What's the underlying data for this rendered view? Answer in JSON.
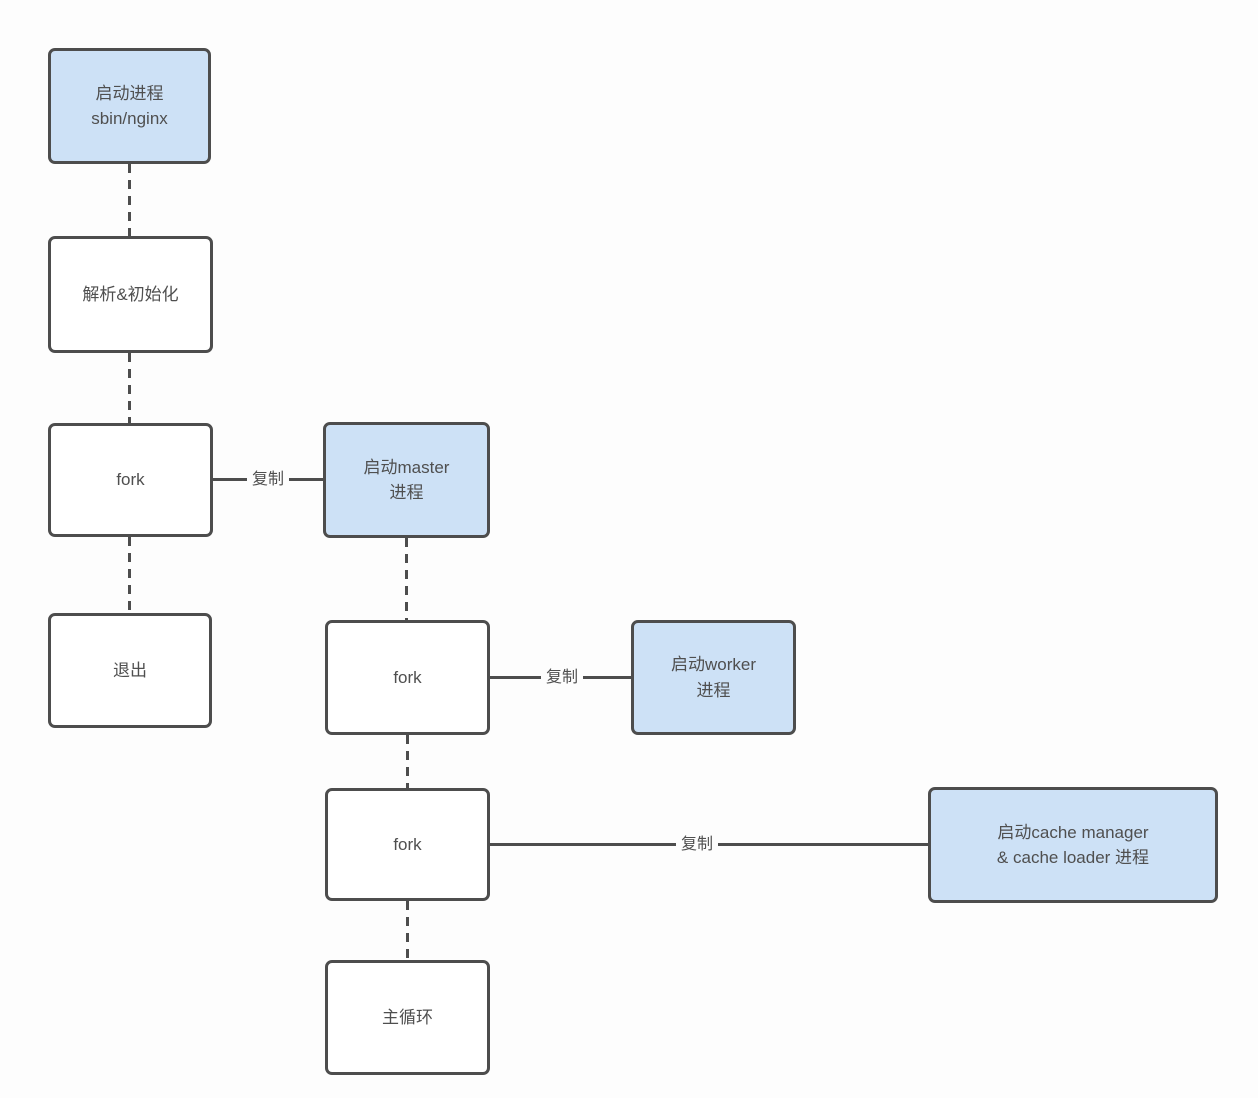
{
  "diagram": {
    "nodes": [
      {
        "id": "start-process",
        "label": "启动进程\nsbin/nginx",
        "variant": "highlight"
      },
      {
        "id": "parse-init",
        "label": "解析&初始化",
        "variant": "plain"
      },
      {
        "id": "fork-1",
        "label": "fork",
        "variant": "plain"
      },
      {
        "id": "exit",
        "label": "退出",
        "variant": "plain"
      },
      {
        "id": "start-master",
        "label": "启动master\n进程",
        "variant": "highlight"
      },
      {
        "id": "fork-2",
        "label": "fork",
        "variant": "plain"
      },
      {
        "id": "start-worker",
        "label": "启动worker\n进程",
        "variant": "highlight"
      },
      {
        "id": "fork-3",
        "label": "fork",
        "variant": "plain"
      },
      {
        "id": "start-cache",
        "label": "启动cache manager\n& cache loader 进程",
        "variant": "highlight"
      },
      {
        "id": "main-loop",
        "label": "主循环",
        "variant": "plain"
      }
    ],
    "edge_labels": [
      {
        "label": "复制"
      },
      {
        "label": "复制"
      },
      {
        "label": "复制"
      }
    ],
    "colors": {
      "highlight_fill": "#cde1f6",
      "plain_fill": "#ffffff",
      "border": "#4d4d4d",
      "text": "#4f4f4f"
    }
  }
}
